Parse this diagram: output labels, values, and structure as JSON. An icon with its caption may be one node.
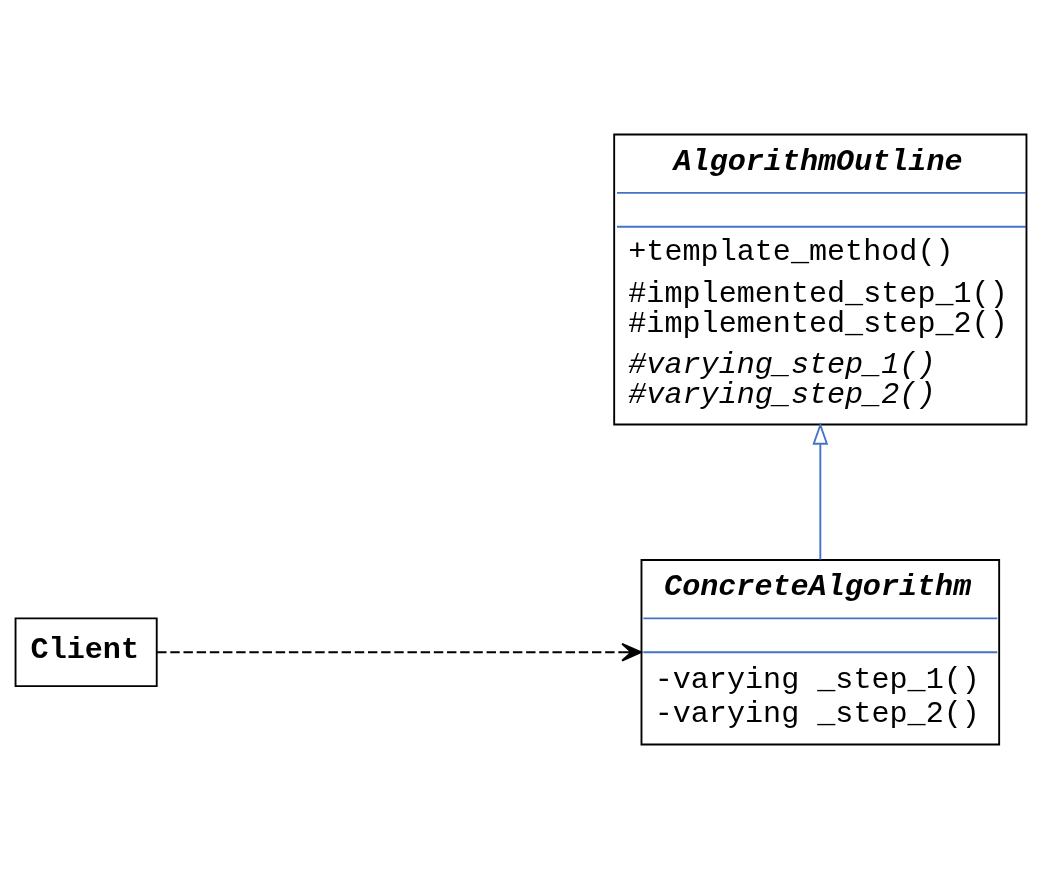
{
  "diagram": {
    "nodes": [
      {
        "text": [
          "AlgorithmOutline",
          "+template_method()",
          "#implemented_step_1()",
          "#implemented_step_2()",
          "#varying_step_1()",
          "#varying_step_2()"
        ]
      },
      {
        "text": [
          "ConcreteAlgorithm",
          "-varying _step_1()",
          "-varying _step_2()"
        ]
      },
      {
        "text": [
          "Client"
        ]
      }
    ],
    "edges": [
      {
        "from": 1,
        "to": 0,
        "arrow": "to",
        "color": "#4472c4"
      },
      {
        "from": 2,
        "to": 1,
        "arrow": "to",
        "style": "dashed",
        "color": "#000000"
      }
    ]
  }
}
